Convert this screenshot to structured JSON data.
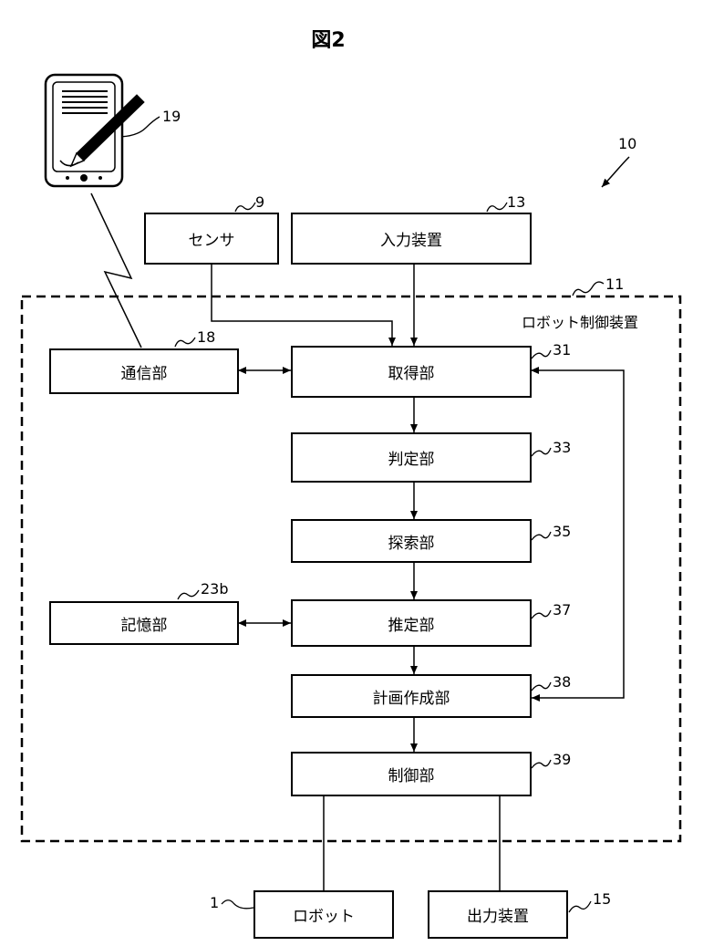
{
  "figure": {
    "title": "図2"
  },
  "system_ref": "10",
  "controller": {
    "label": "ロボット制御装置",
    "ref": "11"
  },
  "blocks": {
    "sensor": {
      "label": "センサ",
      "ref": "9"
    },
    "input_device": {
      "label": "入力装置",
      "ref": "13"
    },
    "comm_unit": {
      "label": "通信部",
      "ref": "18"
    },
    "acquisition_unit": {
      "label": "取得部",
      "ref": "31"
    },
    "judgment_unit": {
      "label": "判定部",
      "ref": "33"
    },
    "search_unit": {
      "label": "探索部",
      "ref": "35"
    },
    "storage_unit": {
      "label": "記憶部",
      "ref": "23b"
    },
    "estimation_unit": {
      "label": "推定部",
      "ref": "37"
    },
    "plan_creation_unit": {
      "label": "計画作成部",
      "ref": "38"
    },
    "control_unit": {
      "label": "制御部",
      "ref": "39"
    },
    "robot": {
      "label": "ロボット",
      "ref": "1"
    },
    "output_device": {
      "label": "出力装置",
      "ref": "15"
    }
  },
  "terminal": {
    "ref": "19"
  },
  "colors": {
    "line": "#000000",
    "background": "#ffffff"
  }
}
